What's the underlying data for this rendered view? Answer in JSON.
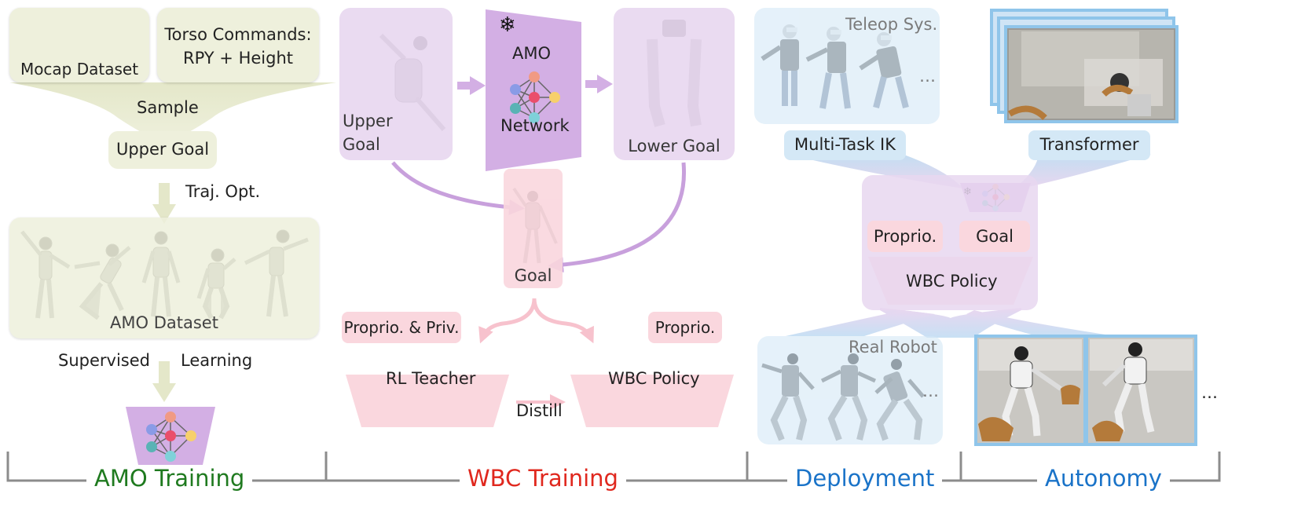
{
  "colors": {
    "green_box": "#eef0dc",
    "violet_box": "#e8d7f0",
    "violet_strong": "#d3afe4",
    "pink_box": "#fad7de",
    "blue_box": "#d4e8f6",
    "amo_training": "#1f7a1f",
    "wbc_training": "#e0281e",
    "deployment": "#1a73c8",
    "autonomy": "#1a73c8"
  },
  "amo_training": {
    "mocap_label": "Mocap Dataset",
    "torso_line1": "Torso Commands:",
    "torso_line2": "RPY + Height",
    "sample_label": "Sample",
    "upper_goal_label": "Upper Goal",
    "traj_opt_label": "Traj. Opt.",
    "amo_dataset_label": "AMO Dataset",
    "supervised_label": "Supervised",
    "learning_label": "Learning"
  },
  "wbc_training": {
    "upper_goal_line1": "Upper",
    "upper_goal_line2": "Goal",
    "amo_label": "AMO",
    "network_label": "Network",
    "lower_goal_label": "Lower Goal",
    "goal_label": "Goal",
    "proprio_priv_label": "Proprio. & Priv.",
    "proprio_label": "Proprio.",
    "rl_teacher_label": "RL Teacher",
    "wbc_policy_label": "WBC Policy",
    "distill_label": "Distill"
  },
  "deployment": {
    "teleop_label": "Teleop Sys.",
    "ellipsis": "…",
    "multitask_ik_label": "Multi-Task IK",
    "transformer_label": "Transformer",
    "proprio_label": "Proprio.",
    "goal_label": "Goal",
    "wbc_policy_label": "WBC Policy",
    "real_robot_label": "Real Robot"
  },
  "phases": {
    "amo_training": "AMO Training",
    "wbc_training": "WBC Training",
    "deployment": "Deployment",
    "autonomy": "Autonomy"
  },
  "icons": [
    "snowflake-icon",
    "neural-network-icon",
    "humanoid-robot-figure",
    "camera-frame-image"
  ]
}
